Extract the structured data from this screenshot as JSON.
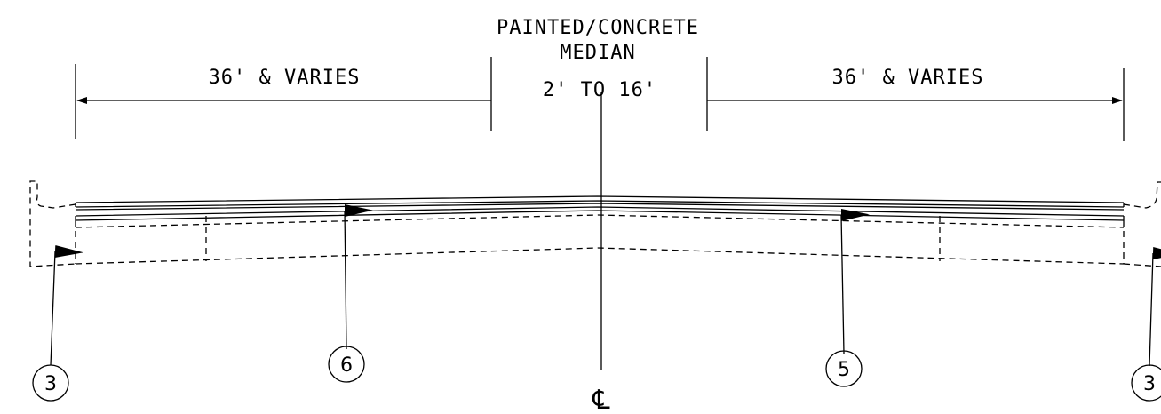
{
  "labels": {
    "median_title_line1": "PAINTED/CONCRETE",
    "median_title_line2": "MEDIAN",
    "median_width": "2' TO 16'",
    "left_width": "36' & VARIES",
    "right_width": "36' & VARIES",
    "centerline_symbol": "℄"
  },
  "callouts": [
    {
      "id": "left-curb",
      "number": "3"
    },
    {
      "id": "left-pavement",
      "number": "6"
    },
    {
      "id": "right-pavement",
      "number": "5"
    },
    {
      "id": "right-curb",
      "number": "3"
    }
  ]
}
